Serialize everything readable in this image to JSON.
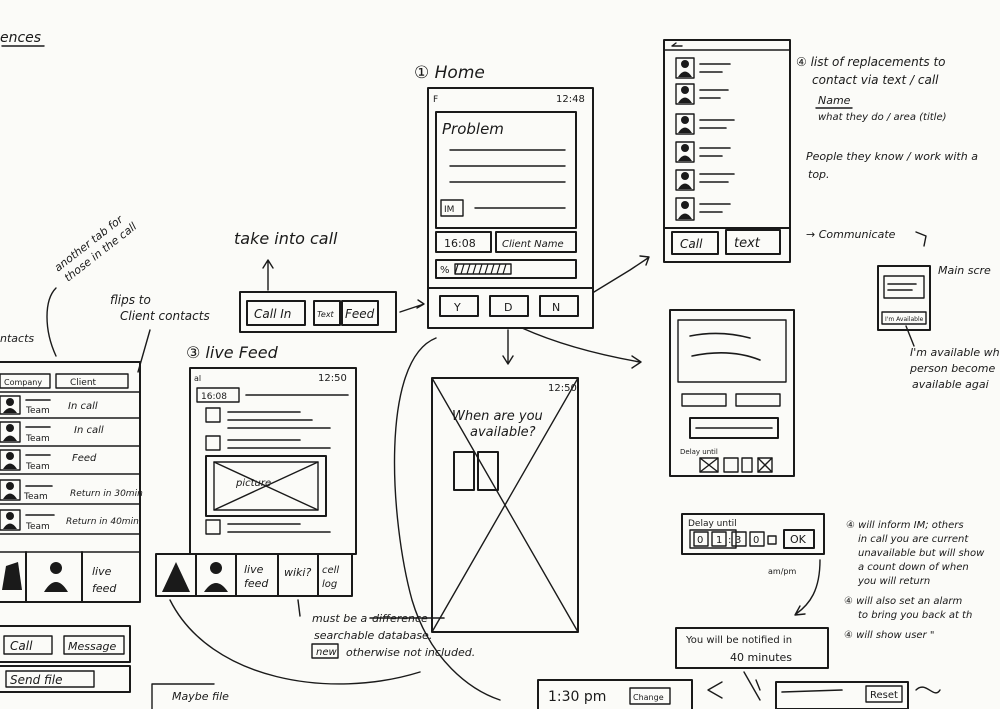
{
  "top_left_label": "ences",
  "home": {
    "title": "① Home",
    "status_left": "F",
    "time": "12:48",
    "problem_label": "Problem",
    "im_label": "IM",
    "timer": "16:08",
    "client_name_label": "Client Name",
    "progress_label": "%",
    "nav_buttons": [
      "Y",
      "D",
      "N"
    ]
  },
  "call_panel": {
    "take_into_call": "take into call",
    "buttons": [
      "Call In",
      "Text",
      "Feed"
    ]
  },
  "contacts_list": {
    "header_note": "another tab for those in the call",
    "flips_note": "flips to client contacts",
    "title": "ntacts",
    "tabs": [
      "Company",
      "Client"
    ],
    "rows": [
      {
        "team": "Team",
        "status": "In call"
      },
      {
        "team": "Team",
        "status": "In call"
      },
      {
        "team": "Team",
        "status": "Feed"
      },
      {
        "team": "Team",
        "status": "Return in 30min"
      },
      {
        "team": "Team",
        "status": "Return in 40min"
      }
    ],
    "bottom_tab": "live feed",
    "actions": [
      "Call",
      "Message"
    ],
    "send_file": "Send file",
    "maybe_note": "Maybe file"
  },
  "live_feed": {
    "title": "③ live Feed",
    "status_left": "al",
    "time": "12:50",
    "timer": "16:08",
    "picture_label": "picture",
    "tabs": [
      "live feed",
      "wiki?",
      "cell log"
    ],
    "wiki_note_1": "must be a",
    "wiki_note_struck": "difference",
    "wiki_note_2": "searchable database.",
    "wiki_note_new": "new",
    "wiki_note_3": "otherwise not included."
  },
  "available_screen": {
    "time": "12:50",
    "question": "When are you available?"
  },
  "replacements": {
    "note_title": "④ list of replacements to contact via text / call",
    "name_label": "Name",
    "role_label": "what they do / area (title)",
    "people_note": "People they know / work with at top.",
    "buttons": [
      "Call",
      "text"
    ],
    "communicate": "→ Communicate"
  },
  "main_screen": {
    "label": "Main scre",
    "available_button": "I'm Available",
    "note": "I'm available wh person become available agai"
  },
  "delay_mini": {
    "label": "Delay until"
  },
  "delay_panel": {
    "label": "Delay until",
    "digits": [
      "0",
      "1",
      "3",
      "0"
    ],
    "ok": "OK",
    "ampm": "am/pm",
    "notes": [
      "④ will inform IM; others in call you are current unavailable but will show a count down of when you will return",
      "④ will also set an alarm to bring you back at th",
      "④ will show user \""
    ]
  },
  "notification": {
    "line1": "You will be notified in",
    "line2": "40 minutes"
  },
  "bottom_bar": {
    "time": "1:30 pm",
    "change": "Change",
    "reset": "Reset"
  },
  "colors": {
    "ink": "#1a1a1a",
    "paper": "#fbfbf8"
  }
}
